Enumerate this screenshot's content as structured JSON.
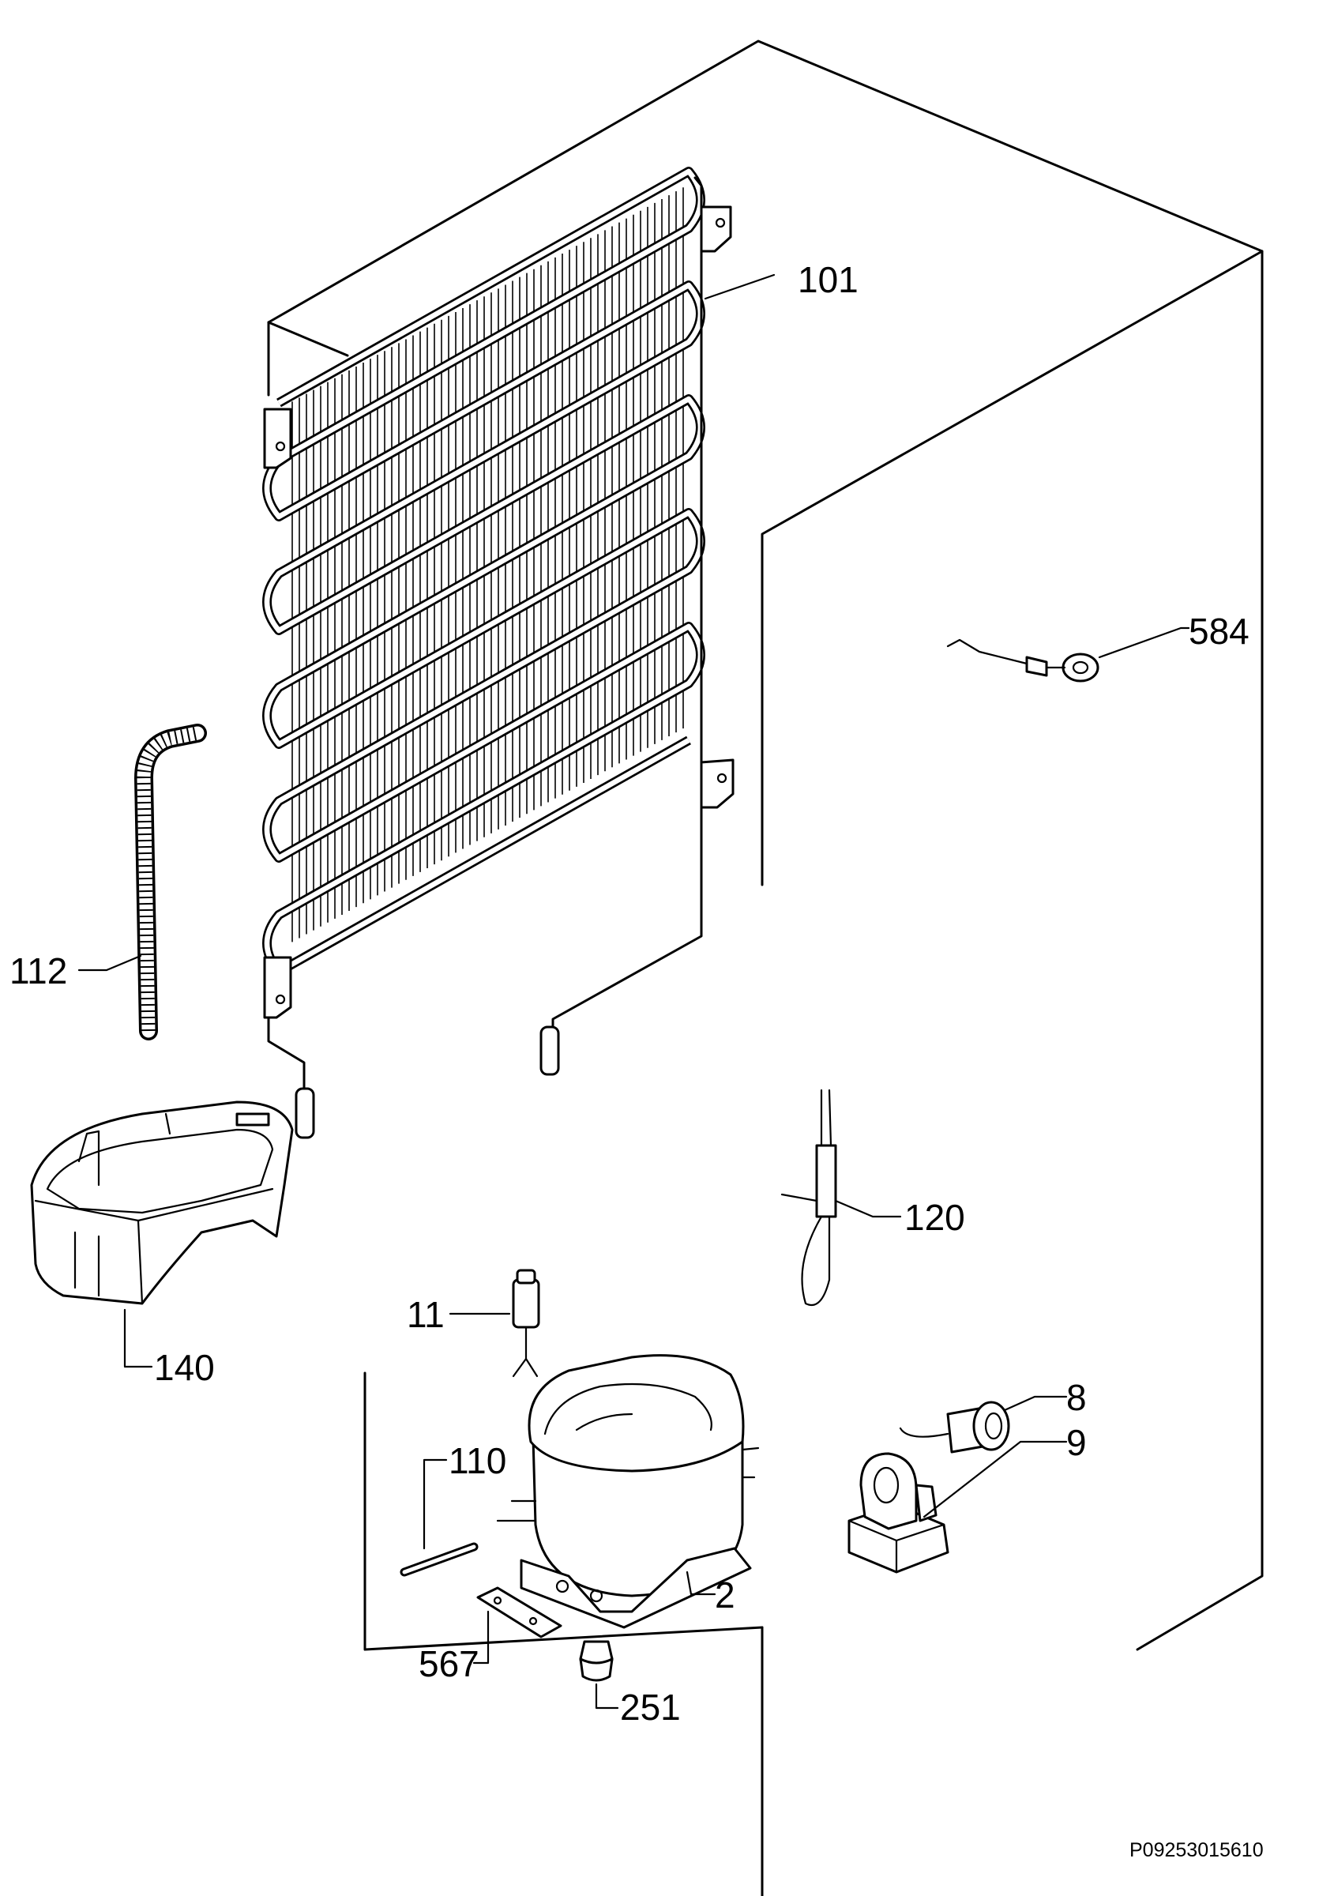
{
  "labels": {
    "l101": "101",
    "l584": "584",
    "l112": "112",
    "l120": "120",
    "l140": "140",
    "l11": "11",
    "l8": "8",
    "l9": "9",
    "l110": "110",
    "l2": "2",
    "l567": "567",
    "l251": "251"
  },
  "drawing_code": "P09253015610"
}
